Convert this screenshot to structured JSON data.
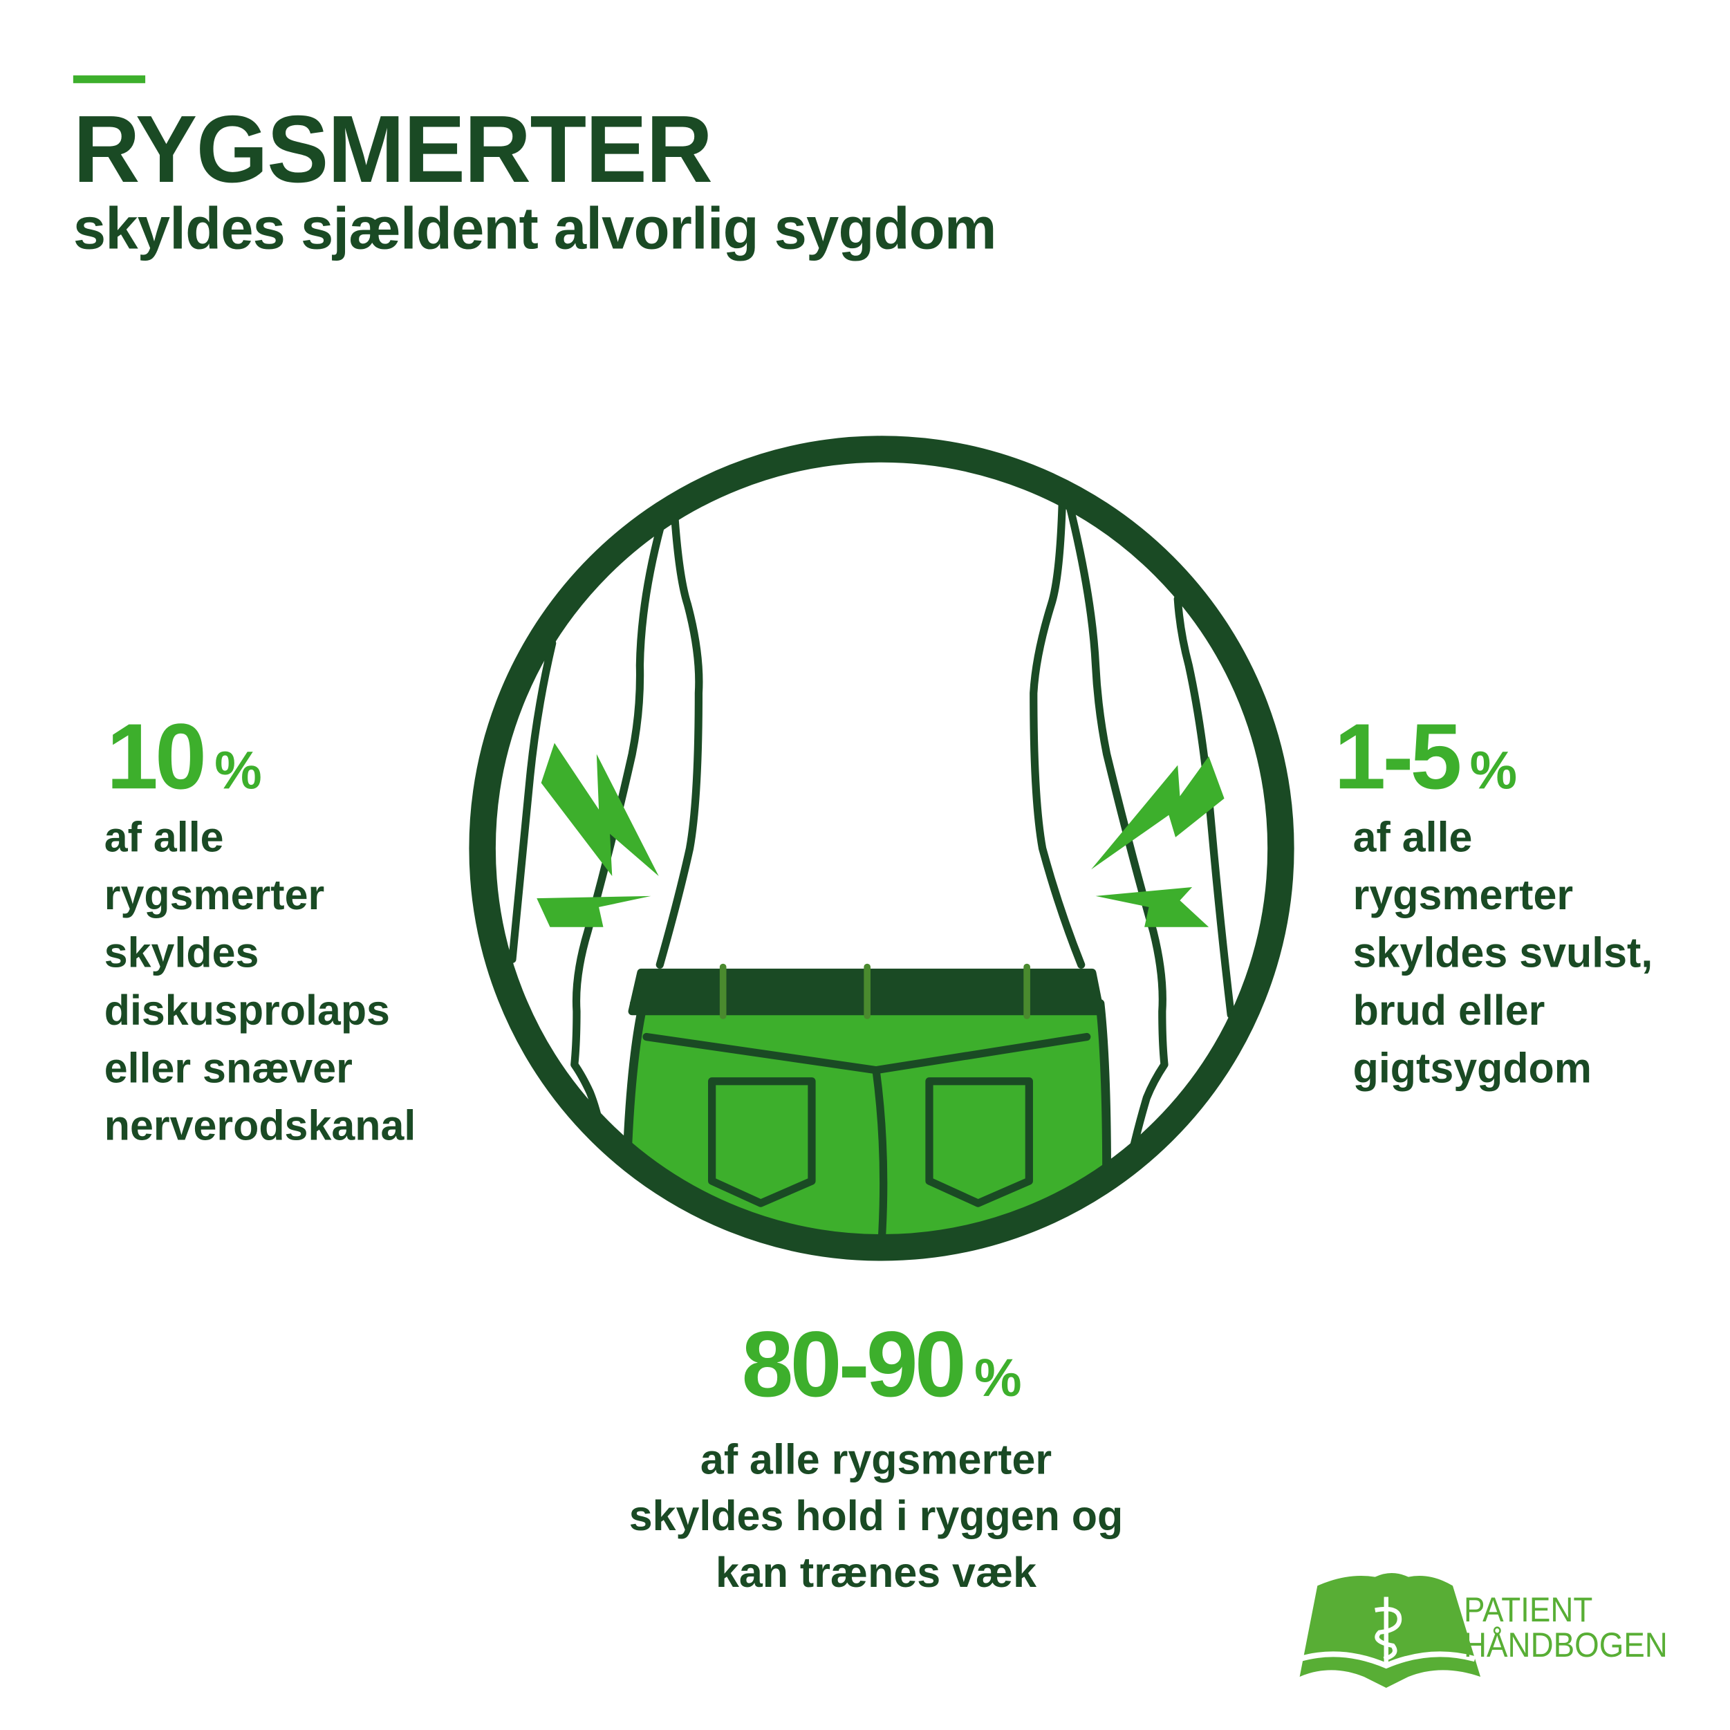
{
  "header": {
    "title": "RYGSMERTER",
    "subtitle": "skyldes sjældent alvorlig sygdom"
  },
  "stats": [
    {
      "value": "10",
      "unit": "%",
      "lines": [
        "af alle",
        "rygsmerter",
        "skyldes",
        "diskusprolaps",
        "eller snæver",
        "nerverodskanal"
      ]
    },
    {
      "value": "1-5",
      "unit": "%",
      "lines": [
        "af alle",
        "rygsmerter",
        "skyldes svulst,",
        "brud eller",
        "gigtsygdom"
      ]
    },
    {
      "value": "80-90",
      "unit": "%",
      "lines": [
        "af alle rygsmerter",
        "skyldes hold i ryggen og",
        "kan trænes væk"
      ]
    }
  ],
  "logo": {
    "line1": "PATIENT",
    "line2": "HÅNDBOGEN"
  },
  "colors": {
    "dark_green": "#1a4a24",
    "bright_green": "#3daf2c",
    "logo_green": "#58ae35"
  }
}
